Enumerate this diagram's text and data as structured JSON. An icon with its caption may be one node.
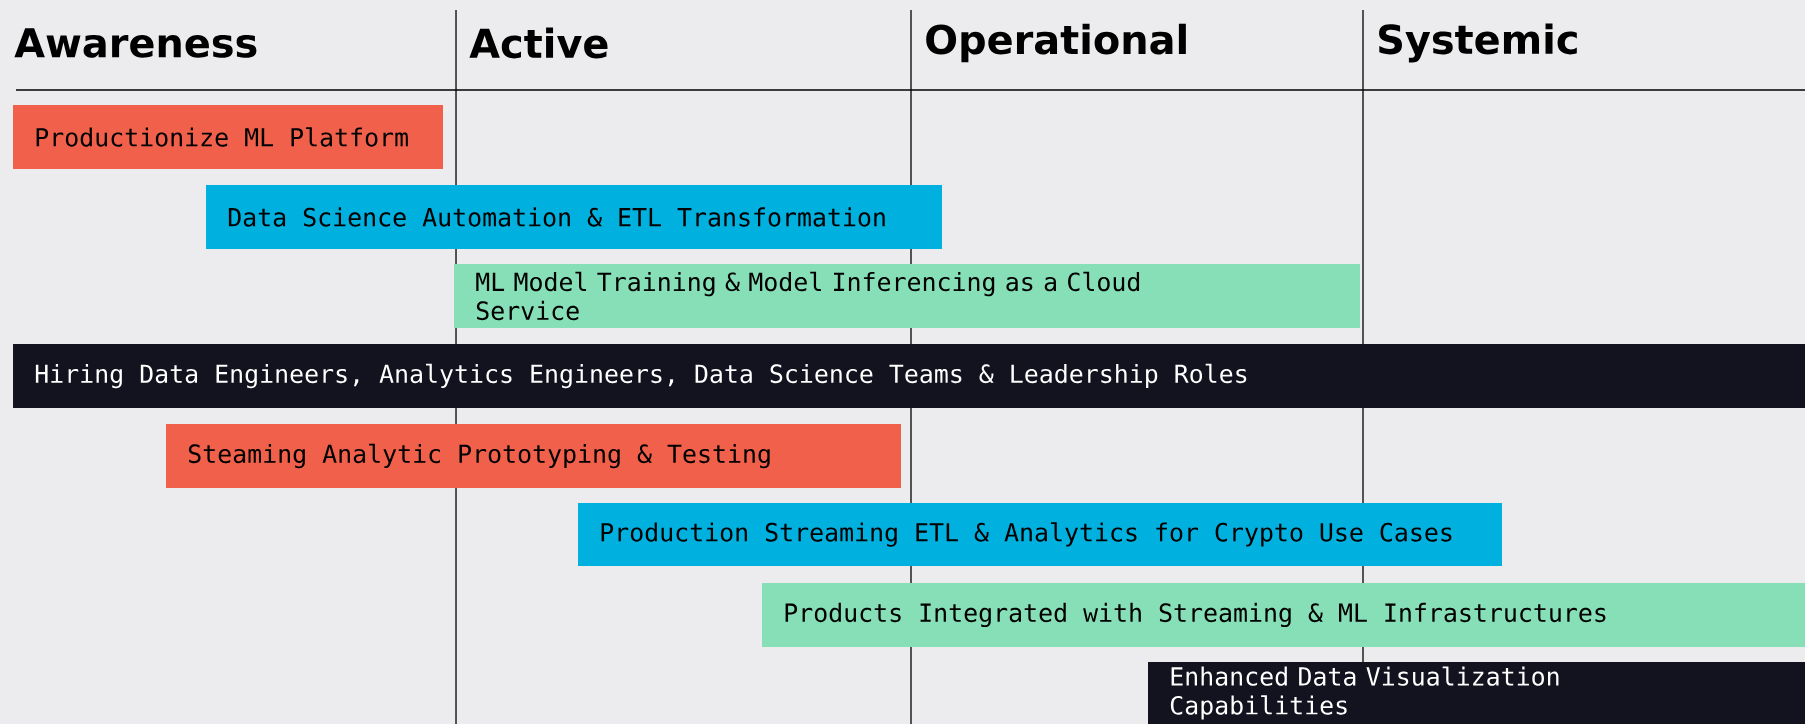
{
  "diagram": {
    "nodes": [
      {
        "text": [
          "Productionize ML Platform"
        ]
      },
      {
        "text": [
          "Data Science Automation & ETL Transformation"
        ]
      },
      {
        "text": [
          "ML Model Training & Model Inferencing as a Cloud Service"
        ]
      },
      {
        "text": [
          "Hiring Data Engineers, Analytics Engineers, Data Science Teams & Leadership Roles"
        ]
      },
      {
        "text": [
          "Steaming Analytic Prototyping & Testing"
        ]
      },
      {
        "text": [
          "Production Streaming ETL & Analytics for Crypto Use Cases"
        ]
      },
      {
        "text": [
          "Products Integrated with Streaming & ML Infrastructures"
        ]
      },
      {
        "text": [
          "Enhanced Data Visualization Capabilities"
        ]
      }
    ],
    "labels": [
      "Awareness",
      "Active",
      "Operational",
      "Systemic"
    ]
  }
}
